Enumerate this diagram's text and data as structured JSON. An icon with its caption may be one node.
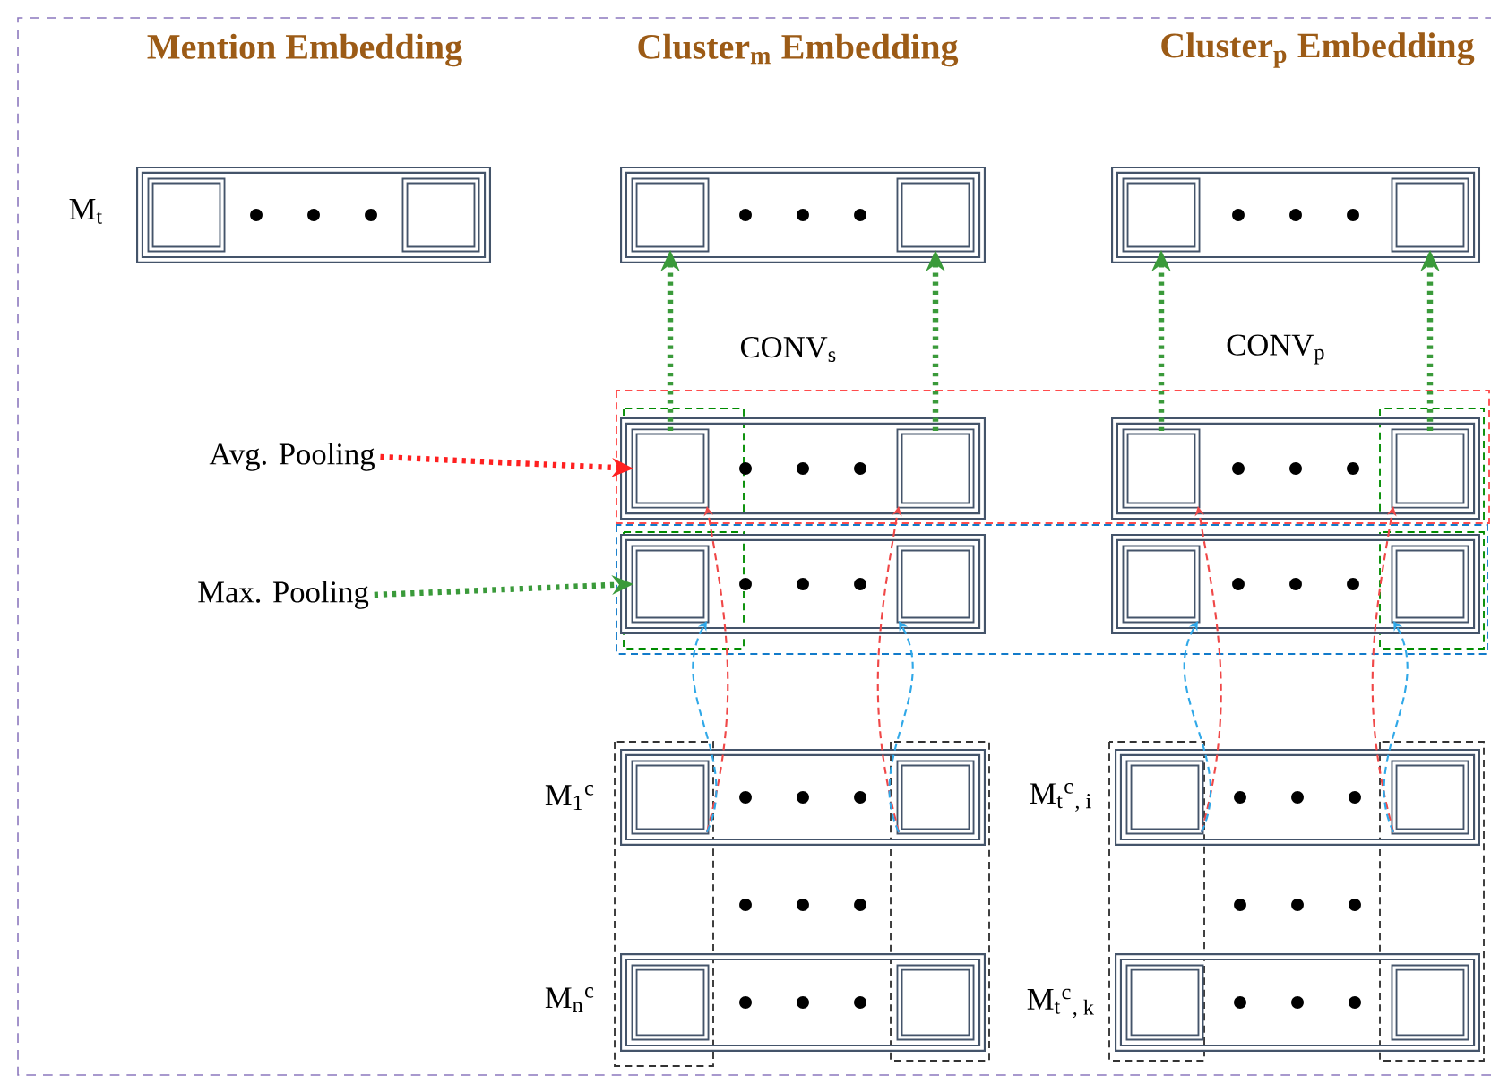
{
  "diagram": {
    "nodes": [
      {
        "text": [],
        "shape": "box",
        "beside": [
          "M$_{t}$"
        ]
      },
      {
        "text": [],
        "shape": "box",
        "in": 0
      },
      {
        "text": [],
        "shape": "box",
        "in": 0
      },
      {
        "text": [],
        "shape": "box"
      },
      {
        "text": [],
        "shape": "box",
        "in": 3
      },
      {
        "text": [],
        "shape": "box",
        "in": 3
      },
      {
        "text": [],
        "shape": "box"
      },
      {
        "text": [],
        "shape": "box",
        "in": 6
      },
      {
        "text": [],
        "shape": "box",
        "in": 6
      },
      {
        "text": [
          "Avg. Pooling"
        ]
      },
      {
        "text": [],
        "shape": "box"
      },
      {
        "text": [],
        "shape": "box",
        "in": 10
      },
      {
        "text": [],
        "shape": "box",
        "in": 10
      },
      {
        "text": [],
        "shape": "box"
      },
      {
        "text": [],
        "shape": "box",
        "in": 13
      },
      {
        "text": [],
        "shape": "box",
        "in": 13
      },
      {
        "text": [
          "Max. Pooling"
        ]
      },
      {
        "text": [],
        "shape": "box"
      },
      {
        "text": [],
        "shape": "box",
        "in": 17
      },
      {
        "text": [],
        "shape": "box",
        "in": 17
      },
      {
        "text": [],
        "shape": "box"
      },
      {
        "text": [],
        "shape": "box",
        "in": 20
      },
      {
        "text": [],
        "shape": "box",
        "in": 20
      },
      {
        "text": [],
        "shape": "box",
        "beside": [
          "M$_{1}$$^{c}$"
        ]
      },
      {
        "text": [],
        "shape": "box",
        "in": 23
      },
      {
        "text": [],
        "shape": "box",
        "in": 23
      },
      {
        "text": [],
        "shape": "box",
        "beside": [
          "M$_{t}$$^{c}$$_{, i}$"
        ]
      },
      {
        "text": [],
        "shape": "box",
        "in": 26
      },
      {
        "text": [],
        "shape": "box",
        "in": 26
      },
      {
        "text": [],
        "shape": "box",
        "beside": [
          "M$_{n}$$^{c}$"
        ]
      },
      {
        "text": [],
        "shape": "box",
        "in": 29
      },
      {
        "text": [],
        "shape": "box",
        "in": 29
      },
      {
        "text": [],
        "shape": "box",
        "beside": [
          "M$_{t}$$^{c}$$_{, k}$"
        ]
      },
      {
        "text": [],
        "shape": "box",
        "in": 32
      },
      {
        "text": [],
        "shape": "box",
        "in": 32
      }
    ],
    "edges": [
      {
        "from": 11,
        "to": 4,
        "arrow": "to",
        "style": "dashed",
        "color": "#3a9a3a"
      },
      {
        "from": 12,
        "to": 5,
        "arrow": "to",
        "style": "dashed",
        "color": "#3a9a3a"
      },
      {
        "from": 14,
        "to": 7,
        "arrow": "to",
        "style": "dashed",
        "color": "#3a9a3a"
      },
      {
        "from": 15,
        "to": 8,
        "arrow": "to",
        "style": "dashed",
        "color": "#3a9a3a"
      },
      {
        "from": 9,
        "to": 11,
        "arrow": "to",
        "style": "dashed",
        "color": "#ff2020"
      },
      {
        "from": 16,
        "to": 18,
        "arrow": "to",
        "style": "dashed",
        "color": "#3a9a3a"
      },
      {
        "from": 24,
        "to": 11,
        "arrow": "to",
        "style": "dashed",
        "color": "#f04848"
      },
      {
        "from": 25,
        "to": 12,
        "arrow": "to",
        "style": "dashed",
        "color": "#f04848"
      },
      {
        "from": 27,
        "to": 14,
        "arrow": "to",
        "style": "dashed",
        "color": "#f04848"
      },
      {
        "from": 28,
        "to": 15,
        "arrow": "to",
        "style": "dashed",
        "color": "#f04848"
      },
      {
        "from": 24,
        "to": 18,
        "arrow": "to",
        "style": "dashed",
        "color": "#30a8e8"
      },
      {
        "from": 25,
        "to": 19,
        "arrow": "to",
        "style": "dashed",
        "color": "#30a8e8"
      },
      {
        "from": 27,
        "to": 21,
        "arrow": "to",
        "style": "dashed",
        "color": "#30a8e8"
      },
      {
        "from": 28,
        "to": 22,
        "arrow": "to",
        "style": "dashed",
        "color": "#30a8e8"
      }
    ],
    "labels": [
      "Mention Embedding",
      "Cluster$_{m}$ Embedding",
      "Cluster$_{p}$ Embedding",
      "CONV$_{s}$",
      "CONV$_{p}$"
    ]
  }
}
